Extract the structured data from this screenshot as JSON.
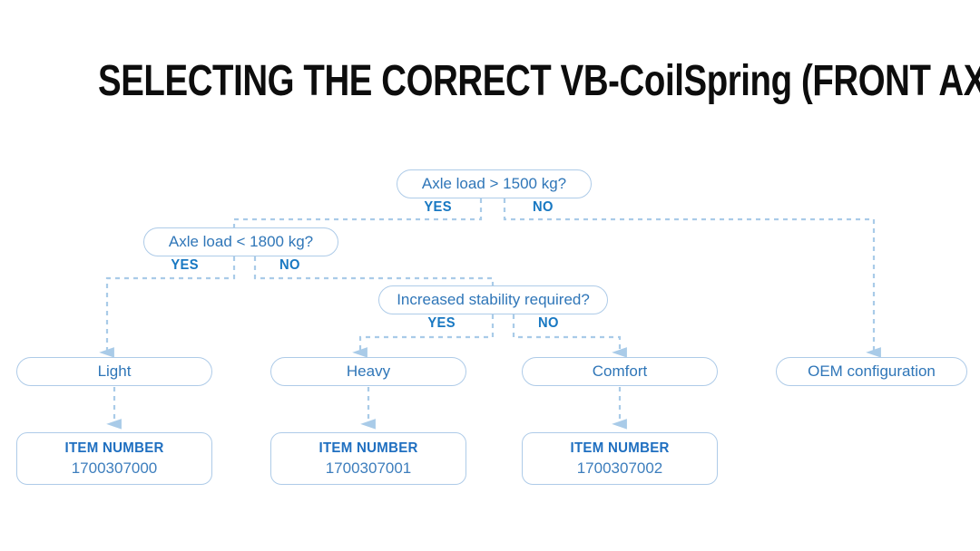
{
  "page": {
    "title": "SELECTING THE CORRECT VB-CoilSpring (FRONT AXLE)",
    "background": "#ffffff",
    "colors": {
      "title_text": "#0d0d0d",
      "node_border": "#aecbe8",
      "node_text": "#2f76b8",
      "branch_label": "#1878c2",
      "connector": "#a9cbe8",
      "item_title": "#1f6fc0",
      "item_value": "#3d7ebd"
    }
  },
  "decisions": [
    {
      "id": "d1",
      "text": "Axle load > 1500 kg?",
      "yes_label": "YES",
      "no_label": "NO"
    },
    {
      "id": "d2",
      "text": "Axle load < 1800 kg?",
      "yes_label": "YES",
      "no_label": "NO"
    },
    {
      "id": "d3",
      "text": "Increased stability required?",
      "yes_label": "YES",
      "no_label": "NO"
    }
  ],
  "results": [
    {
      "id": "r1",
      "label": "Light"
    },
    {
      "id": "r2",
      "label": "Heavy"
    },
    {
      "id": "r3",
      "label": "Comfort"
    },
    {
      "id": "r4",
      "label": "OEM configuration"
    }
  ],
  "items": [
    {
      "id": "i1",
      "heading": "ITEM NUMBER",
      "number": "1700307000"
    },
    {
      "id": "i2",
      "heading": "ITEM NUMBER",
      "number": "1700307001"
    },
    {
      "id": "i3",
      "heading": "ITEM NUMBER",
      "number": "1700307002"
    }
  ],
  "flow": {
    "d1_yes_to": "d2",
    "d1_no_to": "r4",
    "d2_yes_to": "r1",
    "d2_no_to": "d3",
    "d3_yes_to": "r2",
    "d3_no_to": "r3",
    "r1_to": "i1",
    "r2_to": "i2",
    "r3_to": "i3"
  }
}
